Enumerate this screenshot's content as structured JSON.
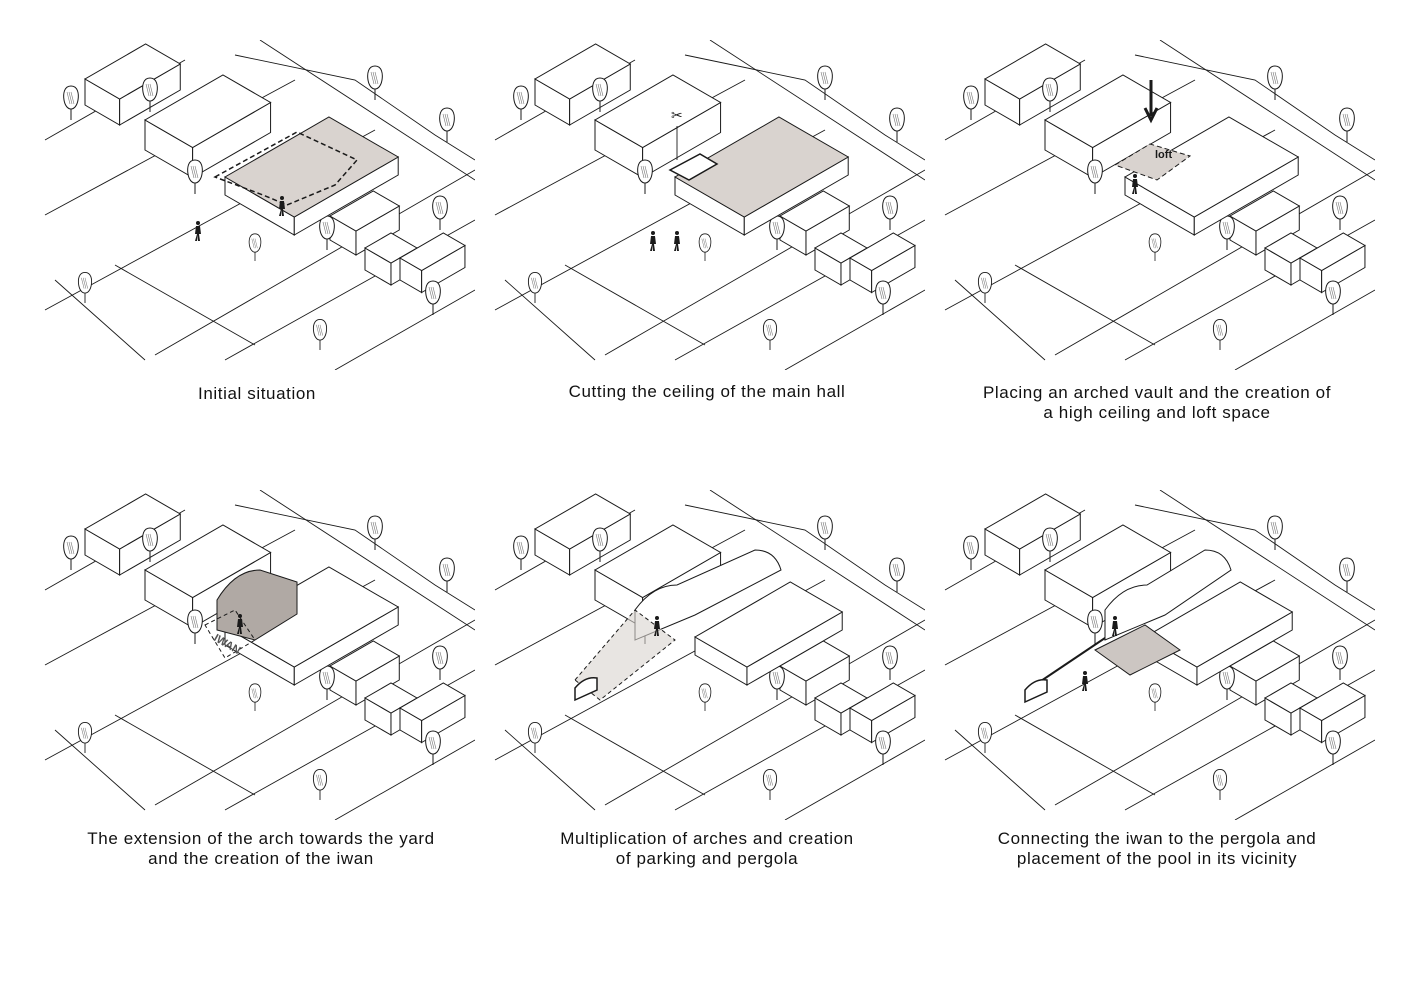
{
  "panels": [
    {
      "id": "p1",
      "caption": "Initial situation"
    },
    {
      "id": "p2",
      "caption": "Cutting the ceiling of the main hall"
    },
    {
      "id": "p3",
      "caption": "Placing an arched vault and the creation of\na high ceiling and loft space",
      "label": "loft"
    },
    {
      "id": "p4",
      "caption": "The extension of the arch towards the yard\nand the creation of the iwan",
      "label": "IWAN"
    },
    {
      "id": "p5",
      "caption": "Multiplication of arches and creation\nof parking and pergola"
    },
    {
      "id": "p6",
      "caption": "Connecting the iwan to the pergola and\nplacement of the pool in its vicinity"
    }
  ],
  "colors": {
    "line": "#1a1a1a",
    "fill": "#d9d3cf",
    "vault": "#b0a9a4",
    "pool": "#ccc6c2"
  },
  "icons": [
    "scissors-icon",
    "down-arrow-icon",
    "person-icon",
    "tree-icon"
  ]
}
